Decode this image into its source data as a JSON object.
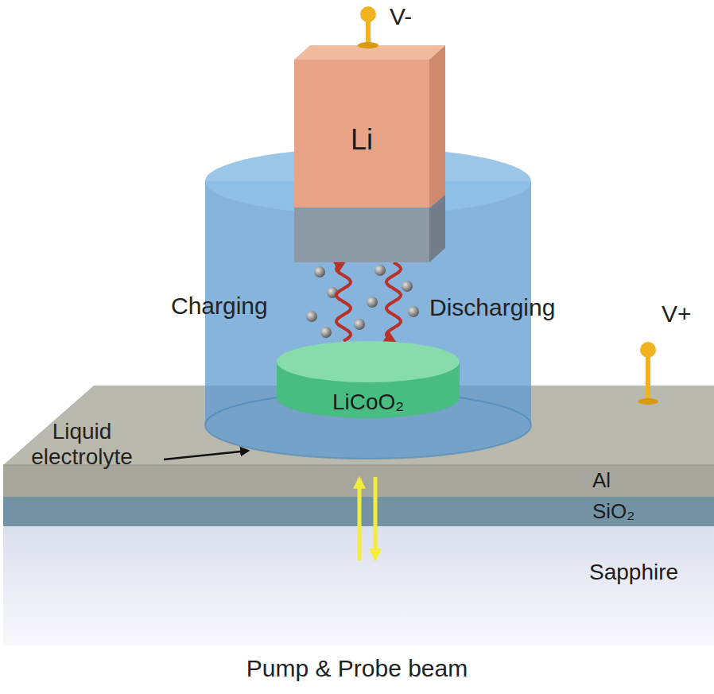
{
  "diagram": {
    "nodes": [
      {
        "text": [
          "Li"
        ]
      },
      {
        "text": [
          "LiCoO₂"
        ]
      },
      {
        "text": [
          "Al"
        ]
      },
      {
        "text": [
          "SiO₂"
        ]
      },
      {
        "text": [
          "Sapphire"
        ]
      }
    ],
    "edges": [
      {
        "from": 1,
        "to": 0,
        "arrow": "to",
        "label": "Charging"
      },
      {
        "from": 0,
        "to": 1,
        "arrow": "to",
        "label": "Discharging"
      }
    ],
    "labels": [
      "V-",
      "V+",
      "Liquid electrolyte",
      "Pump & Probe beam"
    ]
  }
}
